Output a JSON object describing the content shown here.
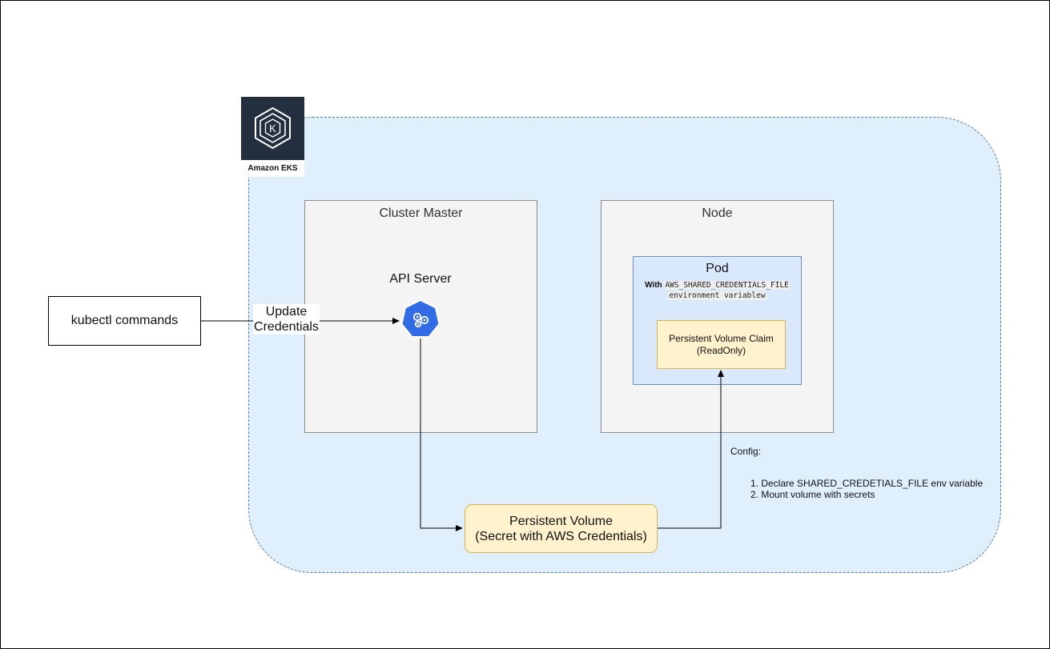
{
  "eks": {
    "logo_label": "Amazon EKS",
    "logo_glyph": "K"
  },
  "cluster_master": {
    "title": "Cluster Master",
    "api_server_label": "API Server"
  },
  "node": {
    "title": "Node",
    "pod": {
      "title": "Pod",
      "note_prefix": "With",
      "note_code_line1": "AWS_SHARED_CREDENTIALS_FILE",
      "note_code_line2": "environment variablew"
    },
    "pvc_line1": "Persistent Volume Claim",
    "pvc_line2": "(ReadOnly)"
  },
  "persistent_volume": {
    "line1": "Persistent Volume",
    "line2": "(Secret with AWS Credentials)"
  },
  "kubectl": {
    "label": "kubectl commands"
  },
  "edge_update": {
    "line1": "Update",
    "line2": "Credentials"
  },
  "config": {
    "label": "Config:",
    "items": [
      "1. Declare SHARED_CREDETIALS_FILE env variable",
      "2. Mount volume with secrets"
    ]
  },
  "colors": {
    "eks_region_fill": "#dff0fc",
    "eks_logo_bg": "#232f3e",
    "kubernetes_blue": "#326ce5",
    "pod_fill": "#dae8fc",
    "volume_fill": "#fff2cc"
  },
  "icons": [
    "eks-logo-icon",
    "kubernetes-api-server-icon"
  ]
}
